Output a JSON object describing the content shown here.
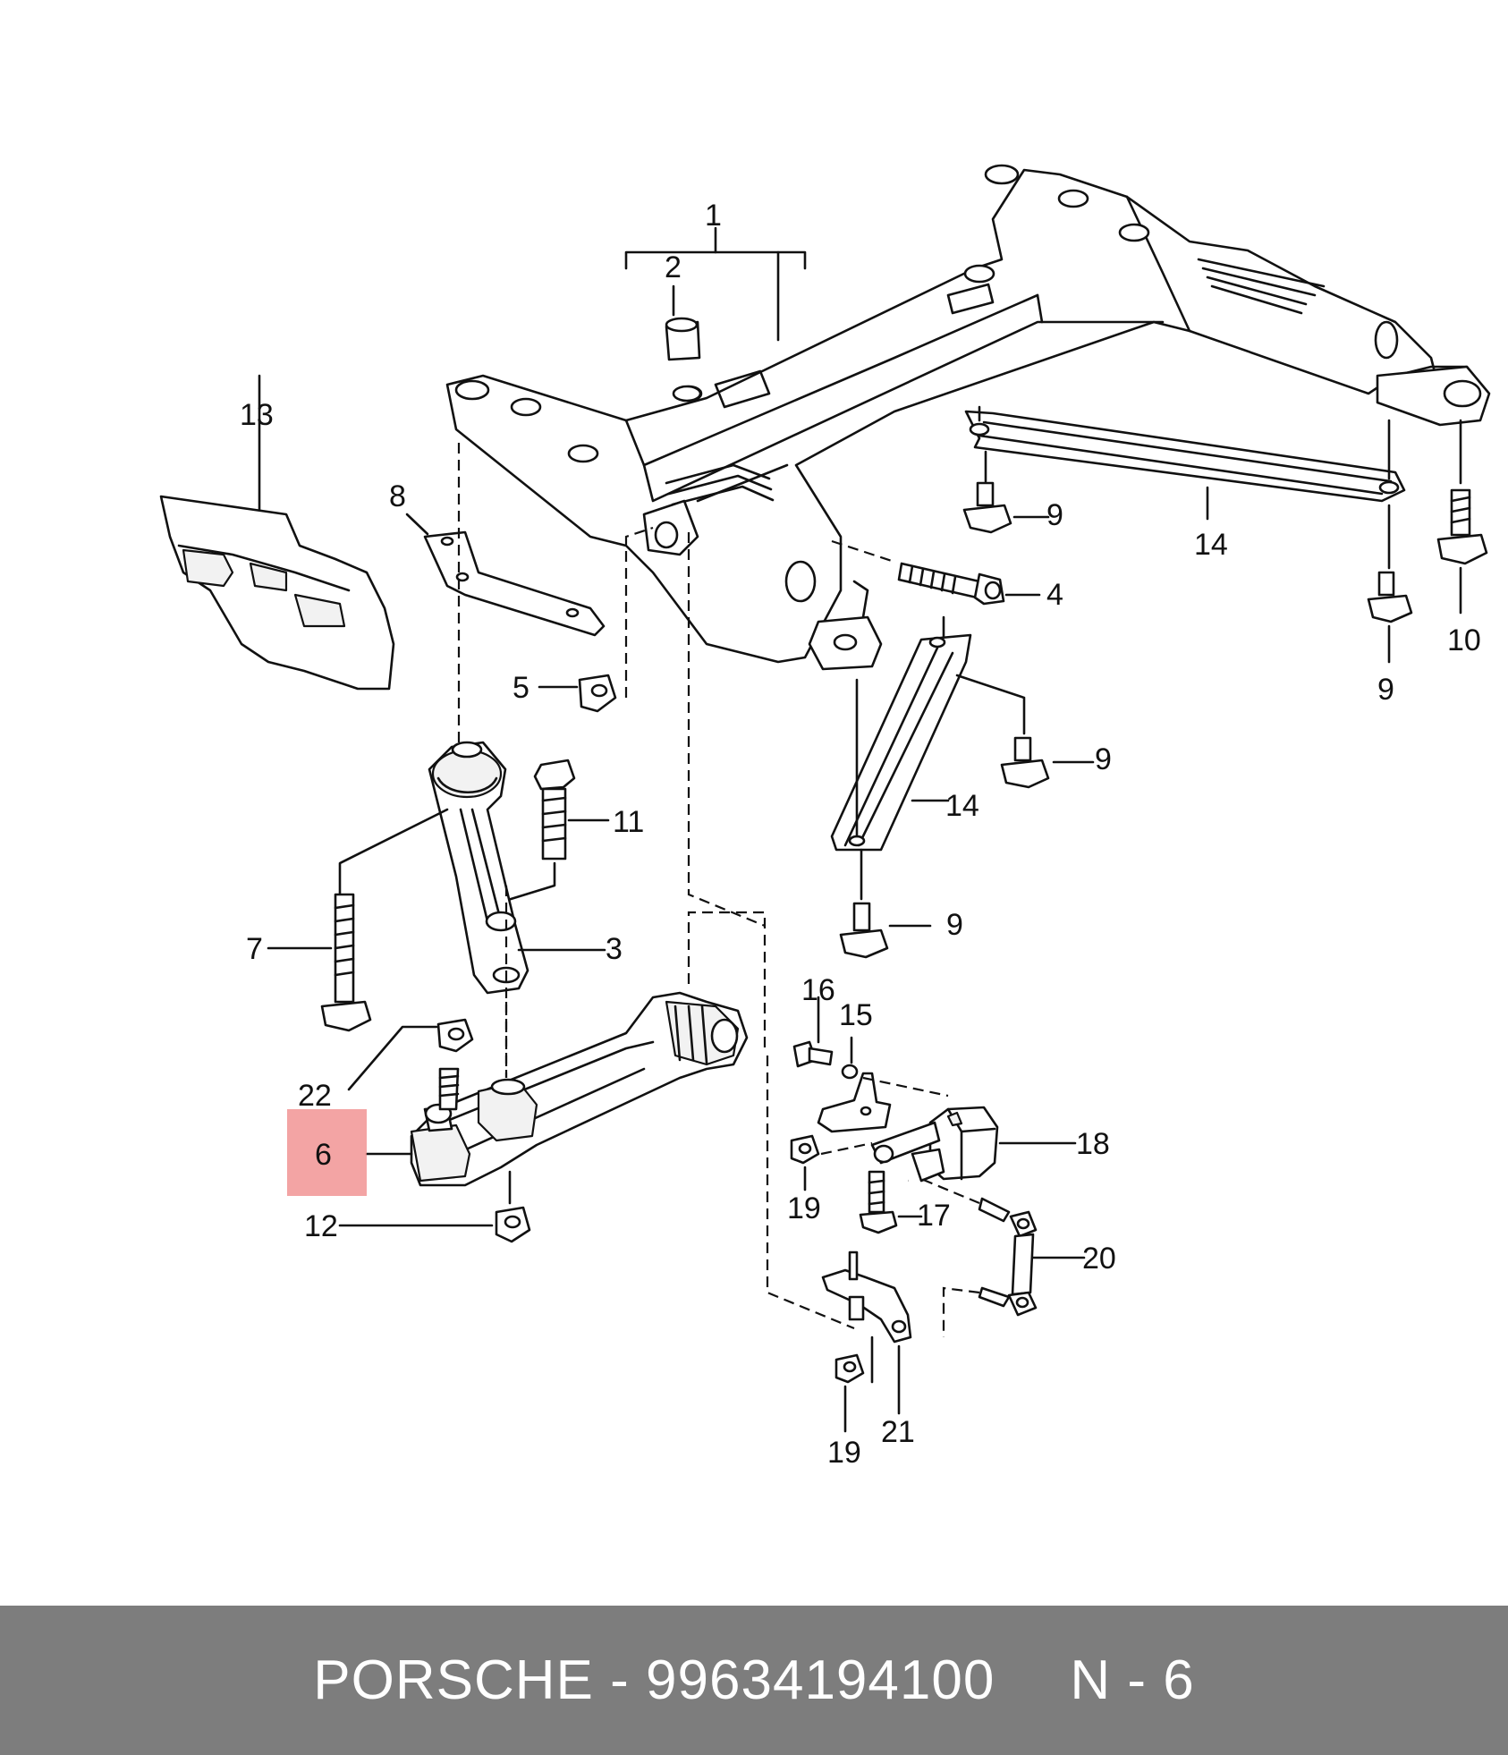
{
  "diagram": {
    "highlight_color": "#f08a8a",
    "callouts": [
      "1",
      "2",
      "3",
      "4",
      "5",
      "6",
      "7",
      "8",
      "9",
      "10",
      "11",
      "12",
      "13",
      "14",
      "15",
      "16",
      "17",
      "18",
      "19",
      "20",
      "21",
      "22"
    ],
    "highlighted_callout": "6"
  },
  "footer": {
    "brand": "PORSCHE",
    "separator": "-",
    "part_number": "99634194100",
    "position": "N - 6",
    "background": "#7d7d7d"
  }
}
